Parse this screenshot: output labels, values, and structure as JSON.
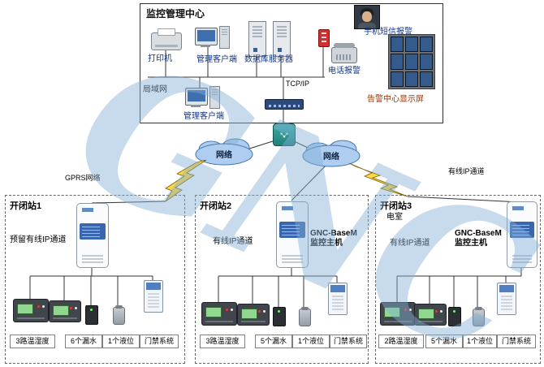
{
  "watermark": "GNC",
  "icons": {
    "router_arrows": "↔"
  },
  "colors": {
    "cloud_fill": "#aecdf0",
    "lightning_yellow": "#ffd83d",
    "watermark_blue": "#82afd7",
    "alarm_red": "#d23030",
    "label_navy": "#16357e",
    "wall_label_red": "#993300"
  },
  "center": {
    "title": "监控管理中心",
    "printer_label": "打印机",
    "client_top_label": "管理客户端",
    "database_label": "数据库",
    "server_label": "服务器",
    "phone_alarm_label": "电话报警",
    "sms_alarm_label": "手机短信报警",
    "video_wall_label": "告警中心显示屏",
    "tcpip_label": "TCP/IP",
    "lan_label": "局域网",
    "client_bottom_label": "管理客户端"
  },
  "network": {
    "cloud_left_label": "网络",
    "cloud_right_label": "网络",
    "gprs_label": "GPRS网络",
    "wired_label": "有线IP通道"
  },
  "stations": [
    {
      "title": "开闭站1",
      "channel_label": "预留有线IP通道",
      "device_labels": [
        "3路温湿度",
        "6个漏水",
        "1个液位",
        "门禁系统"
      ]
    },
    {
      "title": "开闭站2",
      "channel_label": "有线IP通道",
      "host_name": "GNC-BaseM",
      "host_role": "监控主机",
      "device_labels": [
        "3路温湿度",
        "5个漏水",
        "1个液位",
        "门禁系统"
      ]
    },
    {
      "title": "开闭站3",
      "room": "电室",
      "channel_label": "有线IP通道",
      "host_name": "GNC-BaseM",
      "host_role": "监控主机",
      "device_labels": [
        "2路温湿度",
        "5个漏水",
        "1个液位",
        "门禁系统"
      ]
    }
  ]
}
